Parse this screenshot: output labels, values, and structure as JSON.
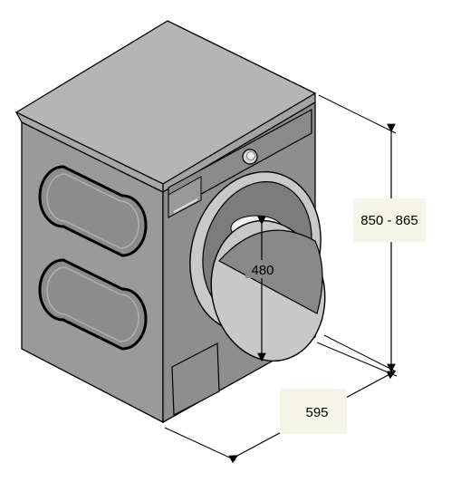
{
  "dimensions": {
    "height_label": "850 - 865",
    "width_label": "595",
    "door_label": "480"
  },
  "colors": {
    "label_box": "#f6f6e8",
    "body_side": "#9a9a9a",
    "body_front": "#8e8e8e",
    "top": "#b5b5b5",
    "door_glass": "#888888",
    "door_ring": "#c7c7c7",
    "line": "#000000"
  }
}
